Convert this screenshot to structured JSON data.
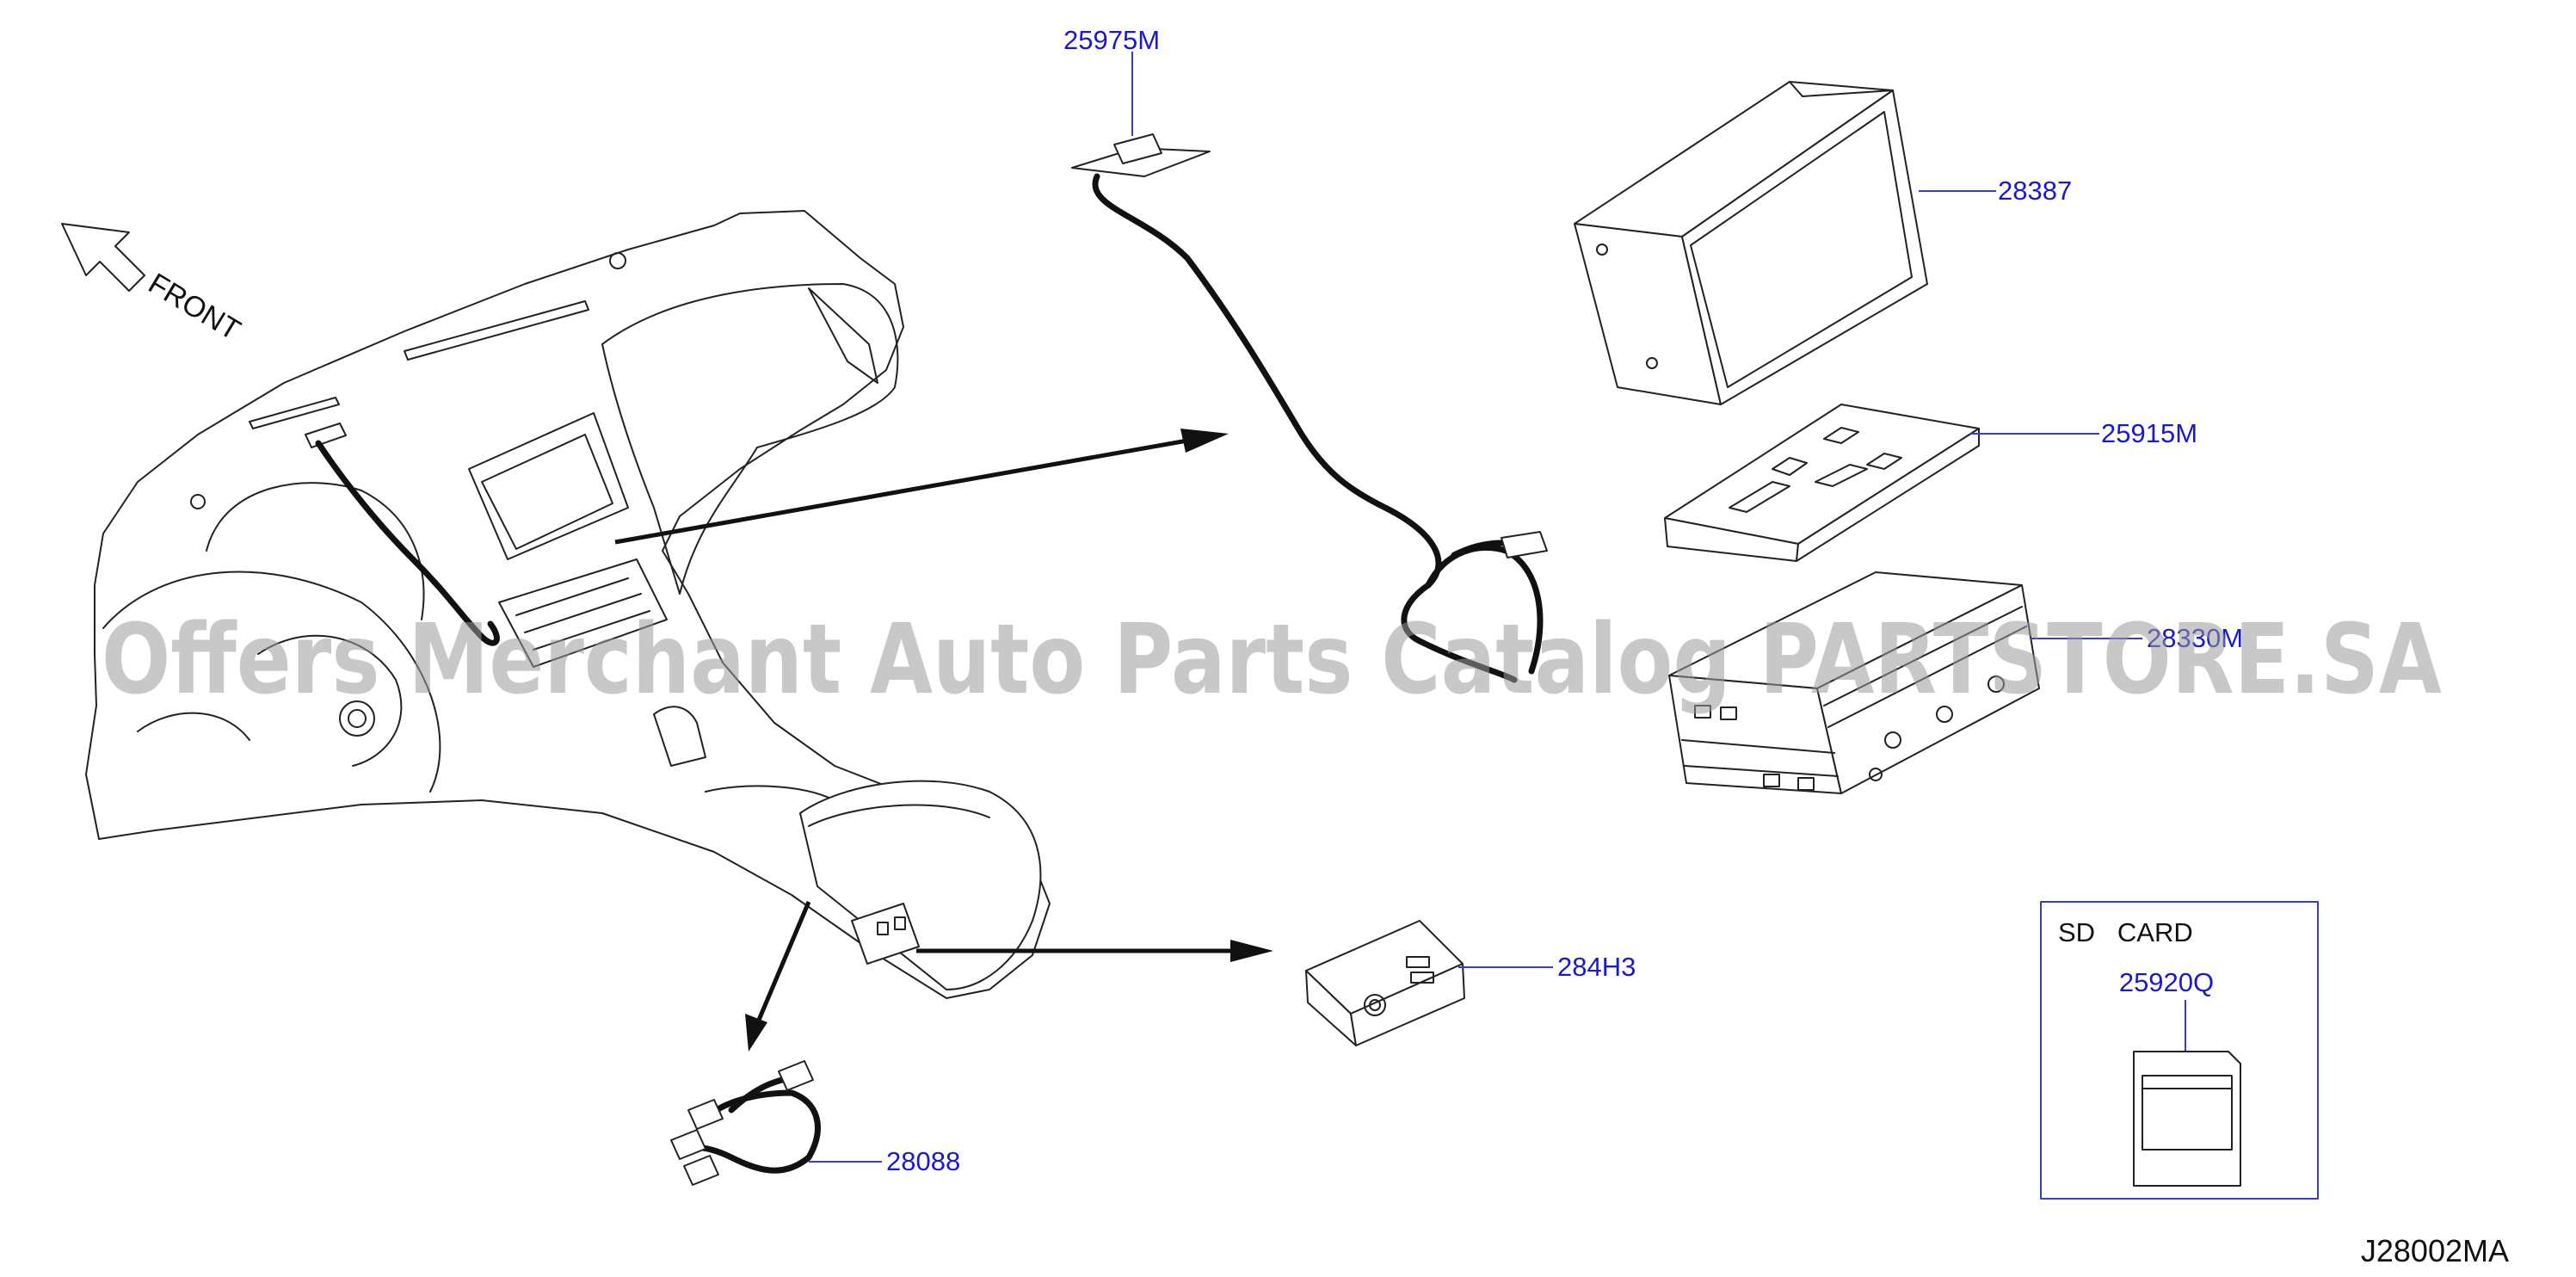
{
  "direction": {
    "label": "FRONT"
  },
  "parts": {
    "antenna": {
      "number": "25975M"
    },
    "display": {
      "number": "28387"
    },
    "bracket": {
      "number": "25915M"
    },
    "navi_unit": {
      "number": "28330M"
    },
    "usb_jack": {
      "number": "284H3"
    },
    "harness": {
      "number": "28088"
    },
    "sd_card": {
      "number": "25920Q"
    }
  },
  "sd_card_box": {
    "title": "SD   CARD"
  },
  "diagram_code": "J28002MA",
  "watermark": "Offers Merchant Auto Parts Catalog PARTSTORE.SA",
  "colors": {
    "part_number": "#1a1acc",
    "line": "#222222",
    "watermark": "#9a9a9a"
  }
}
